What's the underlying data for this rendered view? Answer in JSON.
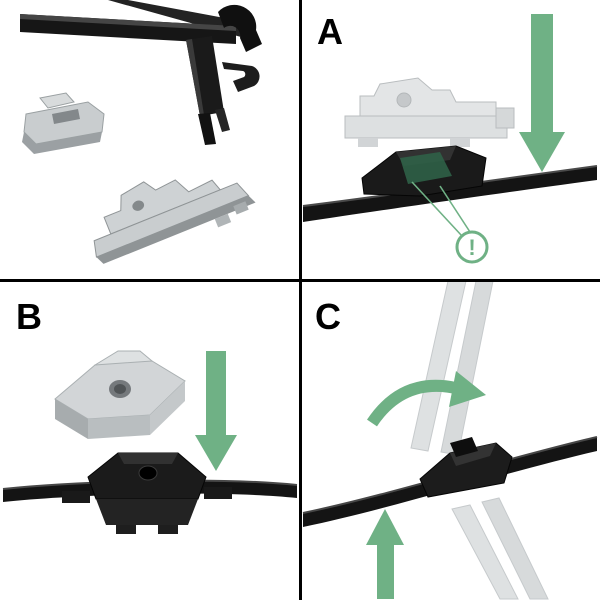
{
  "colors": {
    "background": "#ffffff",
    "divider": "#000000",
    "label": "#000000",
    "arrow_green": "#6fb185",
    "warning_green": "#5aa477",
    "blade_black": "#141414",
    "adapter_gray": "#c9cdcf",
    "ghost_gray": "#dcdfe0"
  },
  "panels": {
    "a": {
      "label": "A"
    },
    "b": {
      "label": "B"
    },
    "c": {
      "label": "C"
    }
  },
  "warning": {
    "symbol": "!"
  }
}
